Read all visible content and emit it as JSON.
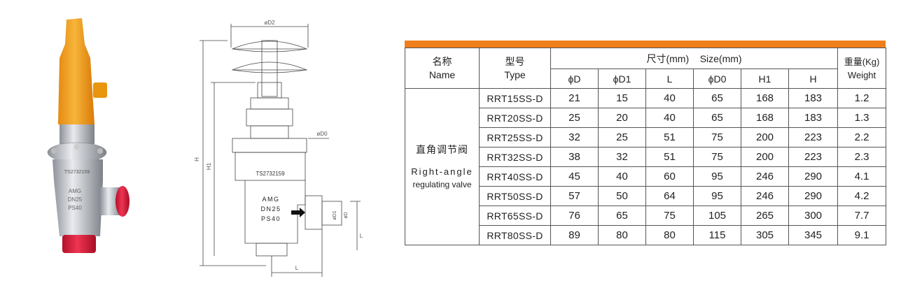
{
  "drawing": {
    "dim_d2": "øD2",
    "dim_d0": "øD0",
    "dim_h": "H",
    "dim_h1": "H1",
    "dim_d1": "øD1",
    "dim_d": "øD",
    "dim_l_side": "L",
    "dim_l_bottom": "L",
    "body_code": "TS2732159",
    "mark_brand": "AMG",
    "mark_dn": "DN25",
    "mark_ps": "PS40"
  },
  "photo": {
    "body_code": "TS2732159",
    "mark_brand": "AMG",
    "mark_dn": "DN25",
    "mark_ps": "PS40"
  },
  "table": {
    "headers": {
      "name_cn": "名称",
      "name_en": "Name",
      "type_cn": "型号",
      "type_en": "Type",
      "size_cn": "尺寸(mm)",
      "size_en": "Size(mm)",
      "weight_cn": "重量(Kg)",
      "weight_en": "Weight",
      "cols": [
        "ϕD",
        "ϕD1",
        "L",
        "ϕD0",
        "H1",
        "H"
      ]
    },
    "product_name_cn": "直角调节阀",
    "product_name_en_1": "Right-angle",
    "product_name_en_2": "regulating valve",
    "rows": [
      [
        "RRT15SS-D",
        "21",
        "15",
        "40",
        "65",
        "168",
        "183",
        "1.2"
      ],
      [
        "RRT20SS-D",
        "25",
        "20",
        "40",
        "65",
        "168",
        "183",
        "1.3"
      ],
      [
        "RRT25SS-D",
        "32",
        "25",
        "51",
        "75",
        "200",
        "223",
        "2.2"
      ],
      [
        "RRT32SS-D",
        "38",
        "32",
        "51",
        "75",
        "200",
        "223",
        "2.3"
      ],
      [
        "RRT40SS-D",
        "45",
        "40",
        "60",
        "95",
        "246",
        "290",
        "4.1"
      ],
      [
        "RRT50SS-D",
        "57",
        "50",
        "64",
        "95",
        "246",
        "290",
        "4.2"
      ],
      [
        "RRT65SS-D",
        "76",
        "65",
        "75",
        "105",
        "265",
        "300",
        "7.7"
      ],
      [
        "RRT80SS-D",
        "89",
        "80",
        "80",
        "115",
        "305",
        "345",
        "9.1"
      ]
    ]
  },
  "colors": {
    "accent": "#ee7f1a",
    "cap_orange": "#f0a020",
    "port_red": "#d8203a"
  }
}
